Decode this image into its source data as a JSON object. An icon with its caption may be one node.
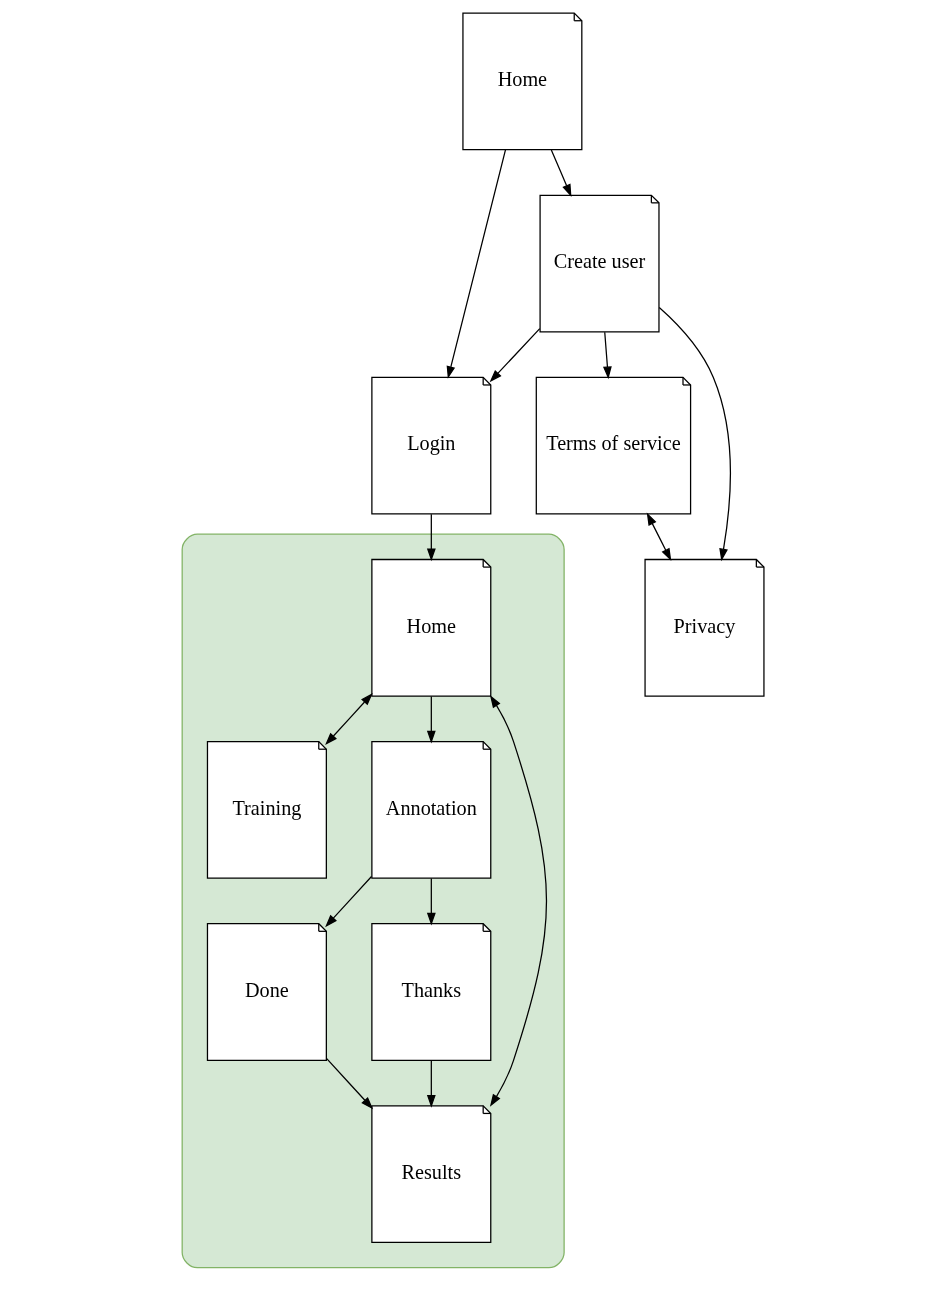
{
  "diagram": {
    "nodes": [
      {
        "text": [
          "Home"
        ]
      },
      {
        "text": [
          "Create user"
        ]
      },
      {
        "text": [
          "Login"
        ]
      },
      {
        "text": [
          "Terms of service"
        ]
      },
      {
        "text": [
          "Privacy"
        ]
      },
      {
        "text": [],
        "shape": "box"
      },
      {
        "text": [
          "Home"
        ],
        "in": 5
      },
      {
        "text": [
          "Training"
        ],
        "in": 5
      },
      {
        "text": [
          "Annotation"
        ],
        "in": 5
      },
      {
        "text": [
          "Done"
        ],
        "in": 5
      },
      {
        "text": [
          "Thanks"
        ],
        "in": 5
      },
      {
        "text": [
          "Results"
        ],
        "in": 5
      }
    ],
    "edges": [
      {
        "from": 0,
        "to": 1,
        "arrow": "to"
      },
      {
        "from": 0,
        "to": 2,
        "arrow": "to"
      },
      {
        "from": 1,
        "to": 2,
        "arrow": "to"
      },
      {
        "from": 1,
        "to": 3,
        "arrow": "to"
      },
      {
        "from": 1,
        "to": 4,
        "arrow": "to"
      },
      {
        "from": 3,
        "to": 4,
        "arrow": "both"
      },
      {
        "from": 2,
        "to": 6,
        "arrow": "to"
      },
      {
        "from": 6,
        "to": 7,
        "arrow": "both"
      },
      {
        "from": 6,
        "to": 8,
        "arrow": "to"
      },
      {
        "from": 8,
        "to": 9,
        "arrow": "to"
      },
      {
        "from": 8,
        "to": 10,
        "arrow": "to"
      },
      {
        "from": 9,
        "to": 11,
        "arrow": "to"
      },
      {
        "from": 10,
        "to": 11,
        "arrow": "to"
      },
      {
        "from": 6,
        "to": 11,
        "arrow": "both"
      }
    ]
  }
}
